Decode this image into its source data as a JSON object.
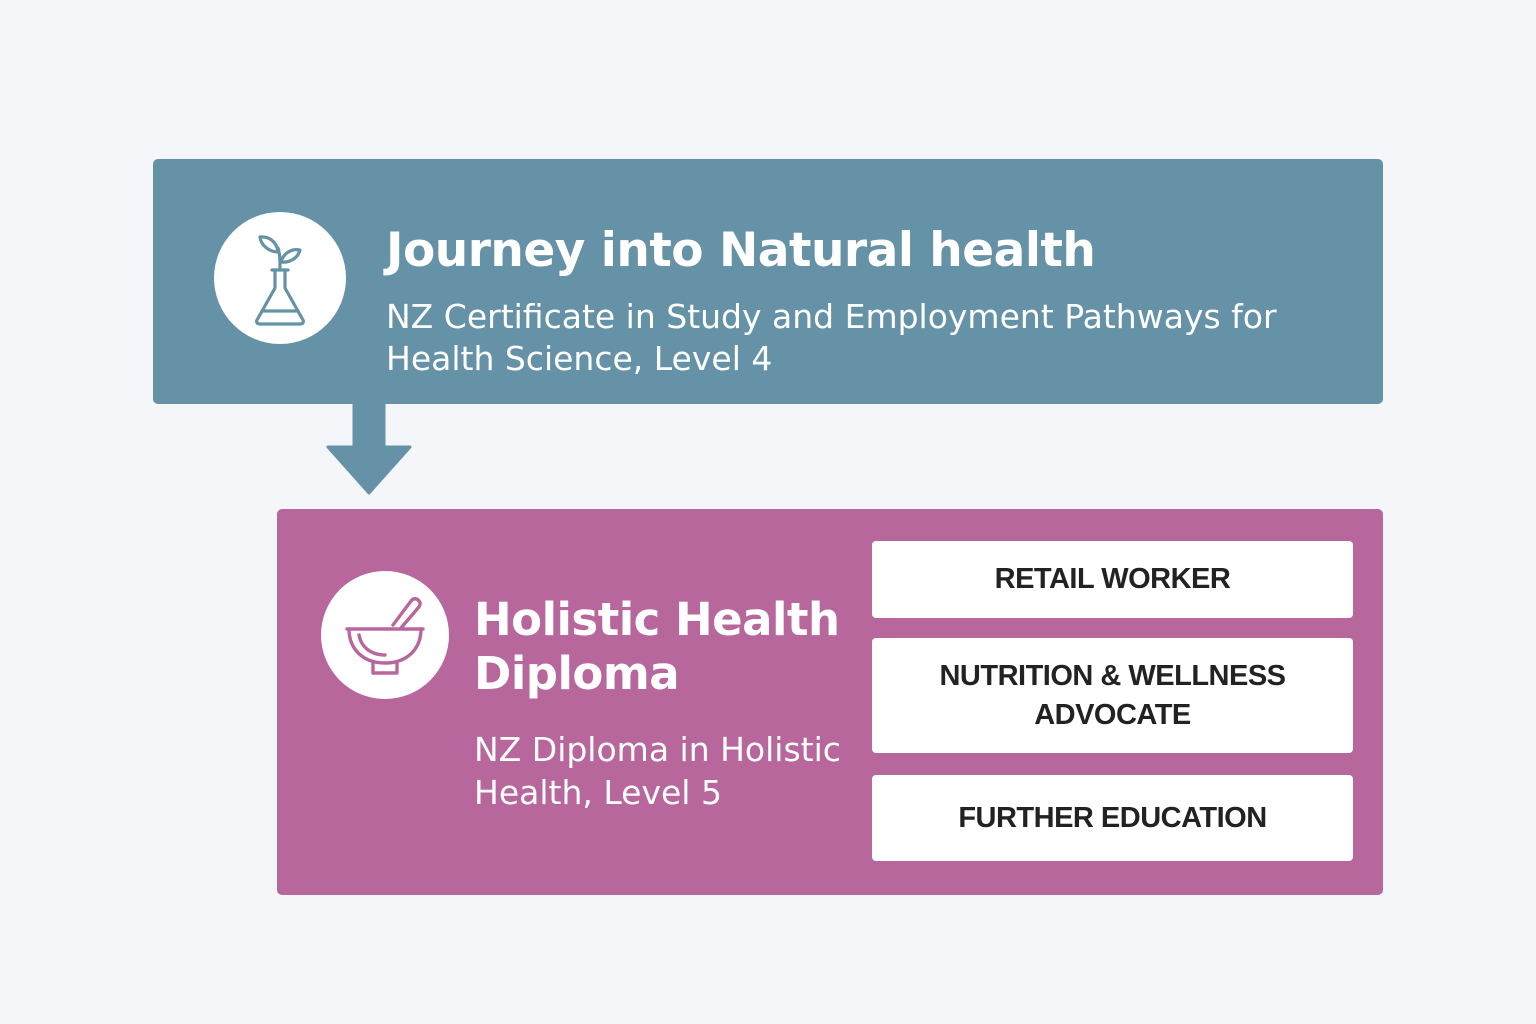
{
  "stages": [
    {
      "title": "Journey into Natural health",
      "subtitle": "NZ Certificate in Study and Employment Pathways for Health Science, Level 4",
      "icon": "flask-sprout-icon",
      "color": "#6592a6"
    },
    {
      "title": "Holistic Health Diploma",
      "subtitle": "NZ Diploma in Holistic Health, Level 5",
      "icon": "mortar-pestle-icon",
      "color": "#b7679c",
      "outcomes": [
        "RETAIL WORKER",
        "NUTRITION & WELLNESS ADVOCATE",
        "FURTHER EDUCATION"
      ]
    }
  ]
}
